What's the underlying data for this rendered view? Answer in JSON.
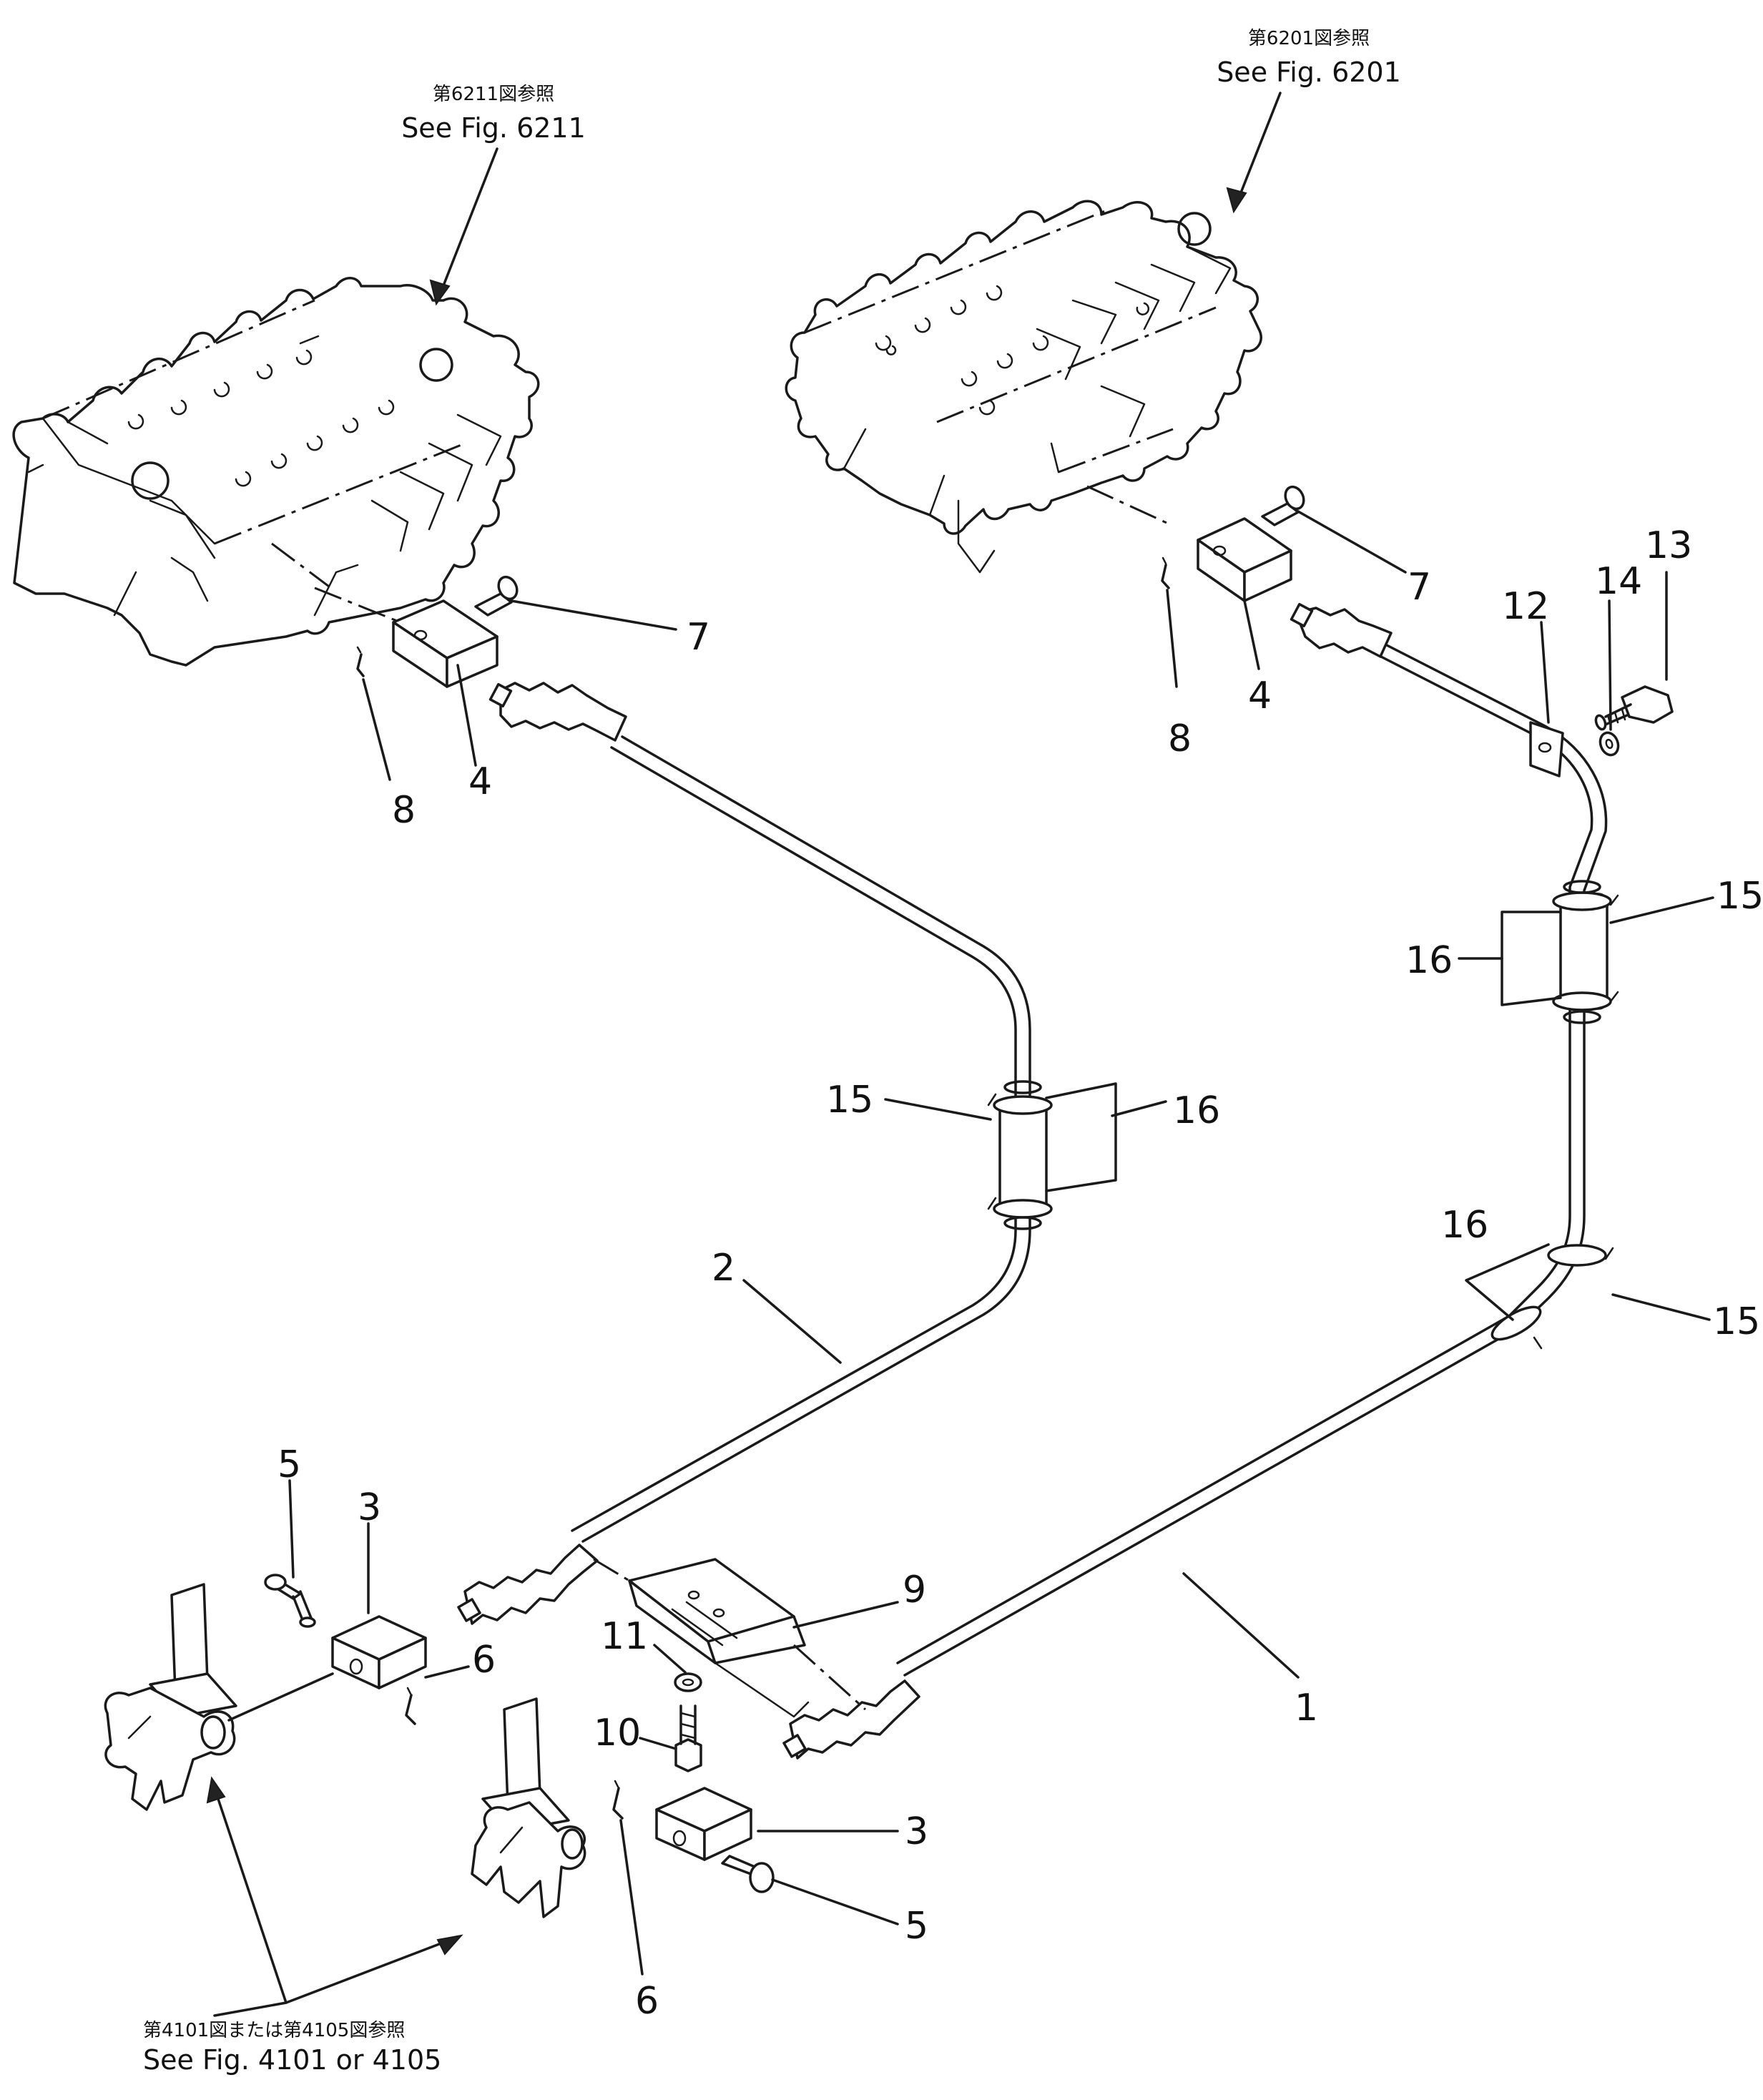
{
  "references": {
    "left_valve": {
      "jp": "第6211図参照",
      "en": "See Fig. 6211"
    },
    "right_valve": {
      "jp": "第6201図参照",
      "en": "See Fig. 6201"
    },
    "levers": {
      "jp": "第4101図または第4105図参照",
      "en": "See  Fig.  4101  or  4105"
    }
  },
  "callouts": {
    "c1": "1",
    "c2": "2",
    "c3a": "3",
    "c3b": "3",
    "c4a": "4",
    "c4b": "4",
    "c5a": "5",
    "c5b": "5",
    "c6a": "6",
    "c6b": "6",
    "c7a": "7",
    "c7b": "7",
    "c8a": "8",
    "c8b": "8",
    "c9": "9",
    "c10": "10",
    "c11": "11",
    "c12": "12",
    "c13": "13",
    "c14": "14",
    "c15a": "15",
    "c15b": "15",
    "c15c": "15",
    "c16a": "16",
    "c16b": "16",
    "c16c": "16"
  }
}
